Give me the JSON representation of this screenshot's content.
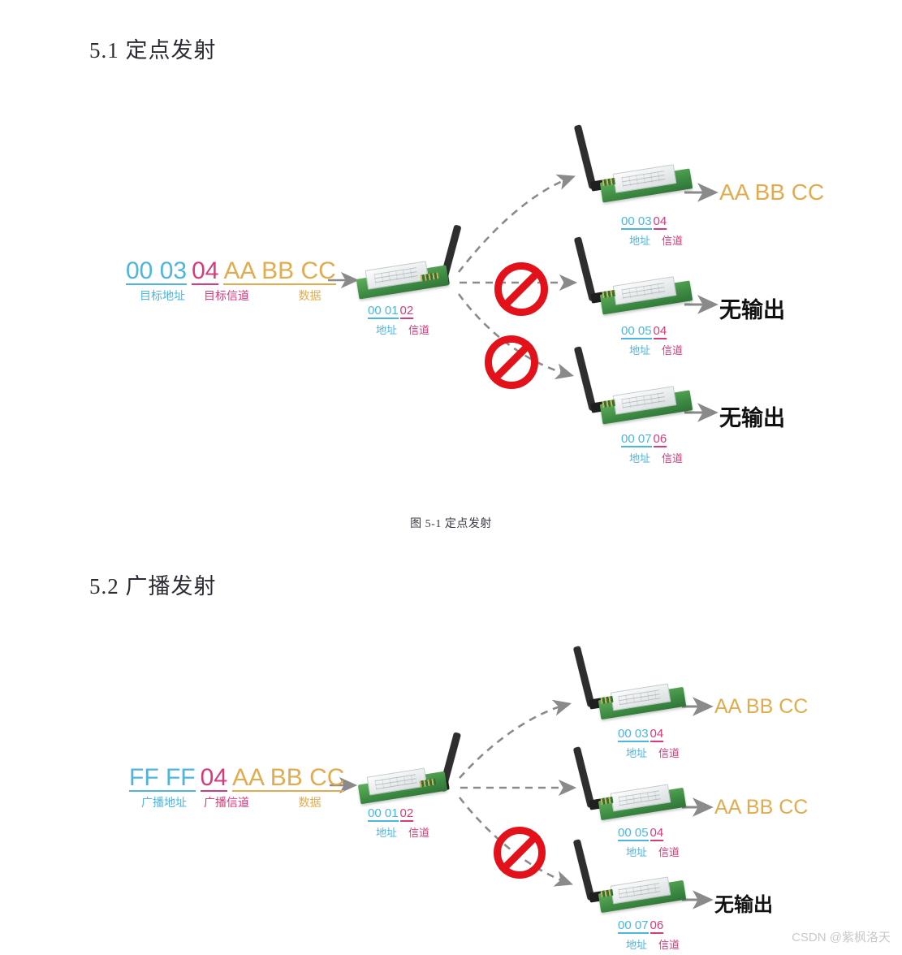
{
  "sections": [
    {
      "id": "s51",
      "number": "5.1",
      "title": "定点发射",
      "heading": "5.1 定点发射"
    },
    {
      "id": "s52",
      "number": "5.2",
      "title": "广播发射",
      "heading": "5.2 广播发射"
    }
  ],
  "captions": {
    "figure_1": "图 5-1  定点发射"
  },
  "colors": {
    "address": "#4db5de",
    "channel": "#d63b7c",
    "data": "#e2ac4e",
    "no_output": "#111111",
    "forbidden": "#e3121a",
    "arrow": "#8a8a8a",
    "pcb_green": "#3f8e45",
    "antenna_black": "#2e2e2e",
    "watermark": "#c9c9c9"
  },
  "figure1": {
    "name": "定点发射",
    "packet": {
      "segments": [
        {
          "hex": "00 03",
          "tag": "目标地址",
          "role": "address"
        },
        {
          "hex": "04",
          "tag": "目标信道",
          "role": "channel"
        },
        {
          "hex": "AA BB CC",
          "tag": "数据",
          "role": "data"
        }
      ]
    },
    "transmitter": {
      "label_address_hex": "00 01",
      "label_channel_hex": "02",
      "tag_address": "地址",
      "tag_channel": "信道"
    },
    "receivers": [
      {
        "address_hex": "00 03",
        "channel_hex": "04",
        "tag_address": "地址",
        "tag_channel": "信道",
        "output": "AA BB CC",
        "output_kind": "data",
        "blocked": false
      },
      {
        "address_hex": "00 05",
        "channel_hex": "04",
        "tag_address": "地址",
        "tag_channel": "信道",
        "output": "无输出",
        "output_kind": "none",
        "blocked": true
      },
      {
        "address_hex": "00 07",
        "channel_hex": "06",
        "tag_address": "地址",
        "tag_channel": "信道",
        "output": "无输出",
        "output_kind": "none",
        "blocked": true
      }
    ]
  },
  "figure2": {
    "name": "广播发射",
    "packet": {
      "segments": [
        {
          "hex": "FF FF",
          "tag": "广播地址",
          "role": "address"
        },
        {
          "hex": "04",
          "tag": "广播信道",
          "role": "channel"
        },
        {
          "hex": "AA BB CC",
          "tag": "数据",
          "role": "data"
        }
      ]
    },
    "transmitter": {
      "label_address_hex": "00 01",
      "label_channel_hex": "02",
      "tag_address": "地址",
      "tag_channel": "信道"
    },
    "receivers": [
      {
        "address_hex": "00 03",
        "channel_hex": "04",
        "tag_address": "地址",
        "tag_channel": "信道",
        "output": "AA BB CC",
        "output_kind": "data",
        "blocked": false
      },
      {
        "address_hex": "00 05",
        "channel_hex": "04",
        "tag_address": "地址",
        "tag_channel": "信道",
        "output": "AA BB CC",
        "output_kind": "data",
        "blocked": false
      },
      {
        "address_hex": "00 07",
        "channel_hex": "06",
        "tag_address": "地址",
        "tag_channel": "信道",
        "output": "无输出",
        "output_kind": "none",
        "blocked": true
      }
    ]
  },
  "watermark": "CSDN @紫枫洛天"
}
